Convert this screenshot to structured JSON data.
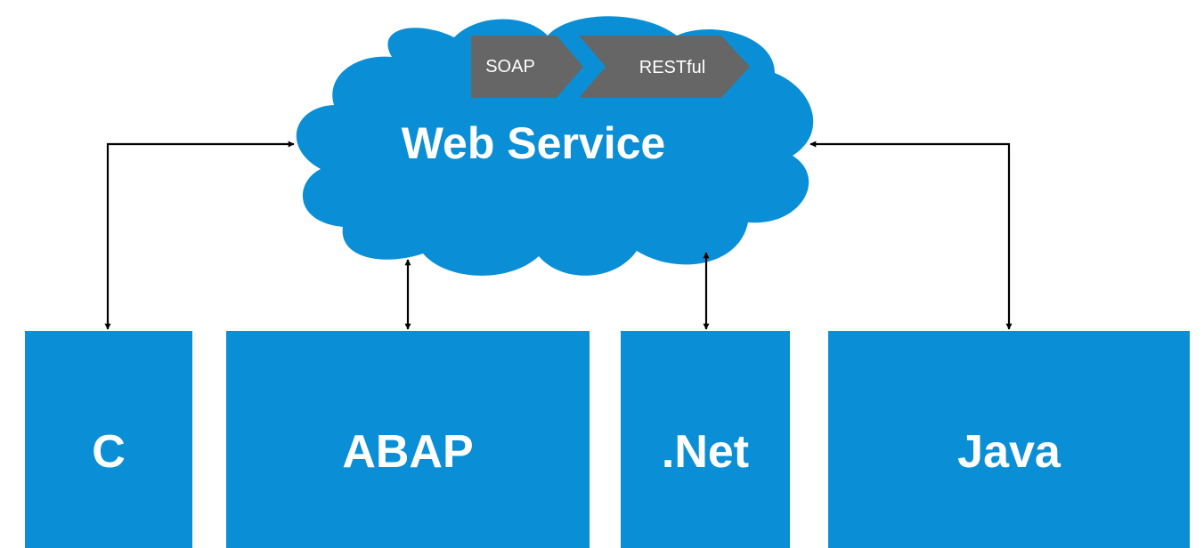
{
  "cloud": {
    "title": "Web Service",
    "protocols": [
      "SOAP",
      "RESTful"
    ]
  },
  "platforms": [
    {
      "label": "C"
    },
    {
      "label": "ABAP"
    },
    {
      "label": ".Net"
    },
    {
      "label": "Java"
    }
  ],
  "colors": {
    "blue": "#0a8fd6",
    "chevron": "#666666",
    "connector": "#000000"
  }
}
